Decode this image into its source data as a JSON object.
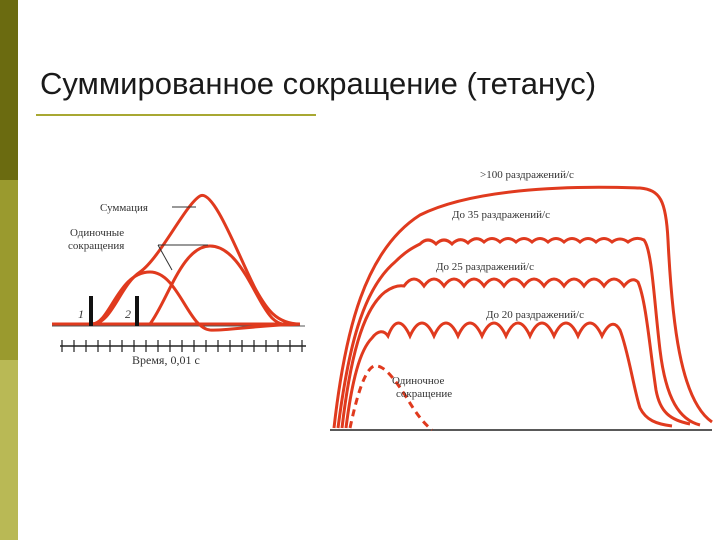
{
  "slide": {
    "title": "Суммированное сокращение (тетанус)",
    "colors": {
      "curve": "#e03a1e",
      "axis": "#222222",
      "sidebar_dark": "#6b6b10",
      "sidebar_mid": "#9a9a2e",
      "sidebar_light": "#b9b955",
      "title_rule": "#a8a832"
    }
  },
  "left_diagram": {
    "label_summation": "Суммация",
    "label_single_line1": "Одиночные",
    "label_single_line2": "сокращения",
    "marker_1": "1",
    "marker_2": "2",
    "axis_label": "Время, 0,01 с"
  },
  "right_diagram": {
    "label_100": ">100 раздражений/с",
    "label_35": "До 35 раздражений/с",
    "label_25": "До 25 раздражений/с",
    "label_20": "До 20 раздражений/с",
    "label_single_line1": "Одиночное",
    "label_single_line2": "сокращение"
  }
}
